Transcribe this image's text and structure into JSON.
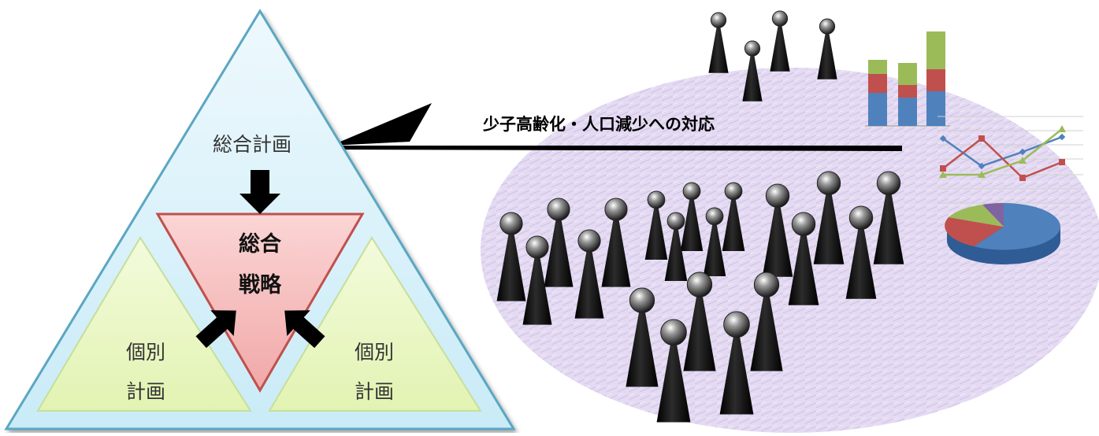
{
  "labels": {
    "comprehensive_plan": "総合計画",
    "comprehensive_strategy_line1": "総合",
    "comprehensive_strategy_line2": "戦略",
    "individual_plan_left_line1": "個別",
    "individual_plan_left_line2": "計画",
    "individual_plan_right_line1": "個別",
    "individual_plan_right_line2": "計画",
    "policy_response": "少子高齢化・人口減少への対応"
  },
  "colors": {
    "outer_triangle_fill": "#d8f1fb",
    "outer_triangle_stroke": "#5aa7c2",
    "strategy_triangle_fill": "#f6bcbc",
    "strategy_triangle_stroke": "#c0504d",
    "individual_triangle_fill": "#eaf7c6",
    "individual_triangle_stroke": "#b9d98a",
    "population_ellipse": "#ddd0ee",
    "figure": "#111111",
    "bar_blue": "#4f81bd",
    "bar_red": "#c0504d",
    "bar_green": "#9bbb59",
    "pie_purple": "#8064a2"
  }
}
